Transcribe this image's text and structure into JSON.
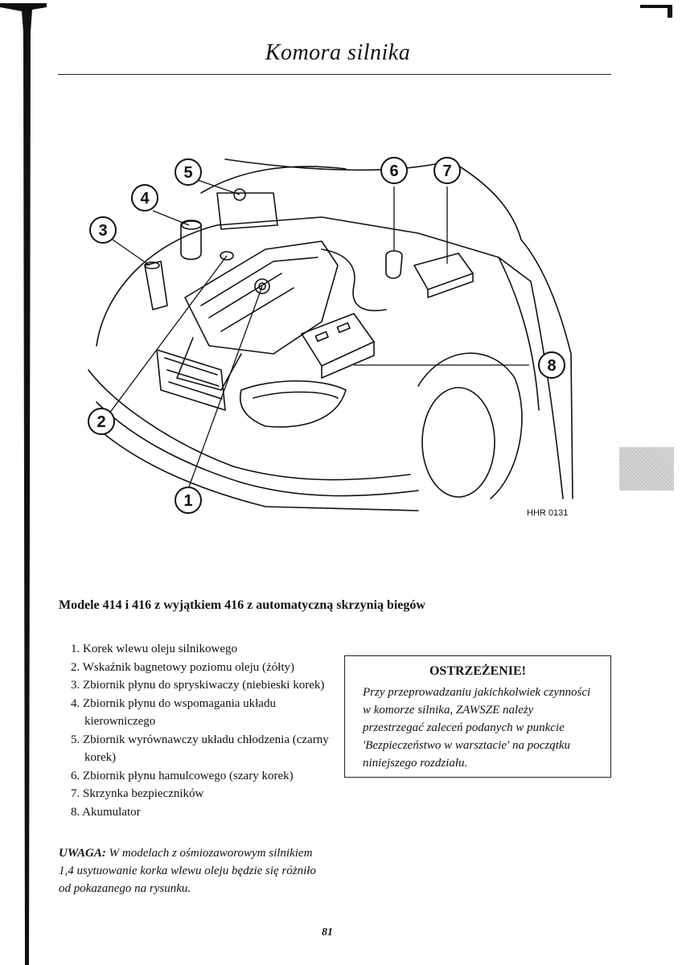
{
  "page": {
    "title": "Komora silnika",
    "number": "81"
  },
  "diagram": {
    "code": "HHR 0131",
    "callouts": [
      "1",
      "2",
      "3",
      "4",
      "5",
      "6",
      "7",
      "8"
    ]
  },
  "section": {
    "heading": "Modele 414 i 416 z wyjątkiem 416 z automatyczną skrzynią biegów",
    "items": [
      "1. Korek wlewu oleju silnikowego",
      "2. Wskaźnik bagnetowy poziomu oleju (żółty)",
      "3. Zbiornik płynu do spryskiwaczy (niebieski korek)",
      "4. Zbiornik płynu do wspomagania układu kierowniczego",
      "5. Zbiornik wyrównawczy układu chłodzenia (czarny korek)",
      "6. Zbiornik płynu hamulcowego (szary korek)",
      "7. Skrzynka bezpieczników",
      "8. Akumulator"
    ]
  },
  "warning": {
    "title": "OSTRZEŻENIE!",
    "text": "Przy przeprowadzaniu jakichkolwiek czynności w komorze silnika, ZAWSZE należy przestrzegać zaleceń podanych w punkcie 'Bezpieczeństwo w warsztacie' na początku niniejszego rozdziału."
  },
  "note": {
    "label": "UWAGA:",
    "text": "W modelach z ośmiozaworowym silnikiem 1,4 usytuowanie korka wlewu oleju będzie się różniło od pokazanego na rysunku."
  }
}
